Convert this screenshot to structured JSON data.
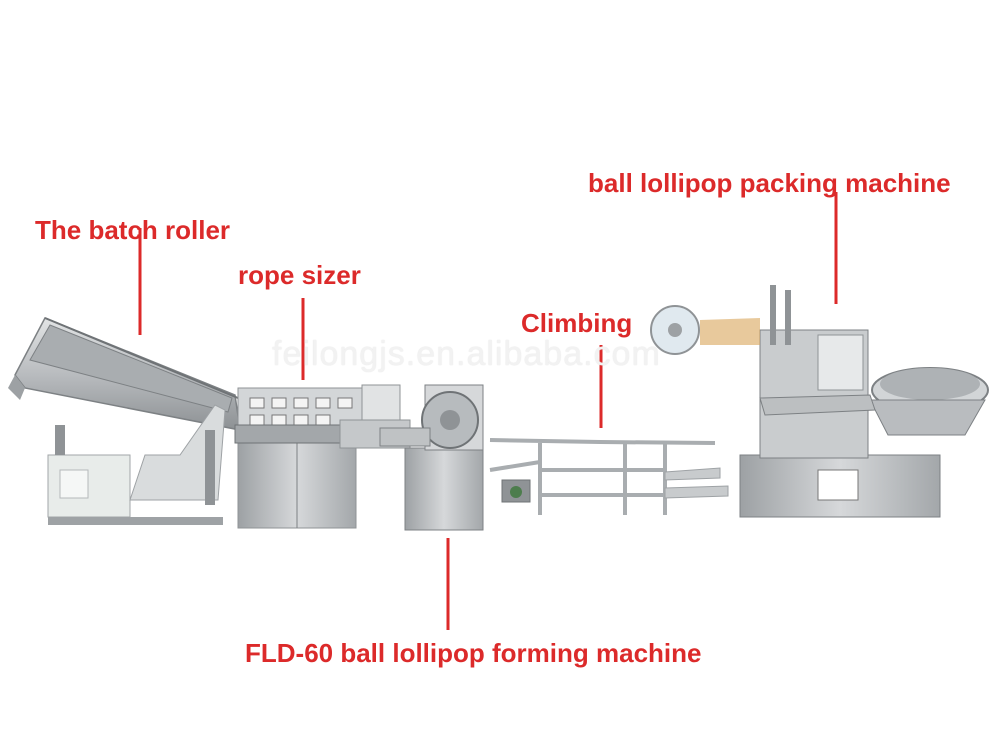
{
  "labels": {
    "batch_roller": "The batch roller",
    "rope_sizer": "rope sizer",
    "climbing": "Climbing",
    "packing_machine": "ball lollipop packing machine",
    "forming_machine": "FLD-60 ball lollipop forming machine"
  },
  "watermark": "feilongjs.en.alibaba.com",
  "colors": {
    "label": "#dc2a2a",
    "machine_steel": "#c4c7c9",
    "machine_dark": "#8f9396",
    "cabinet": "#e8ecea"
  }
}
